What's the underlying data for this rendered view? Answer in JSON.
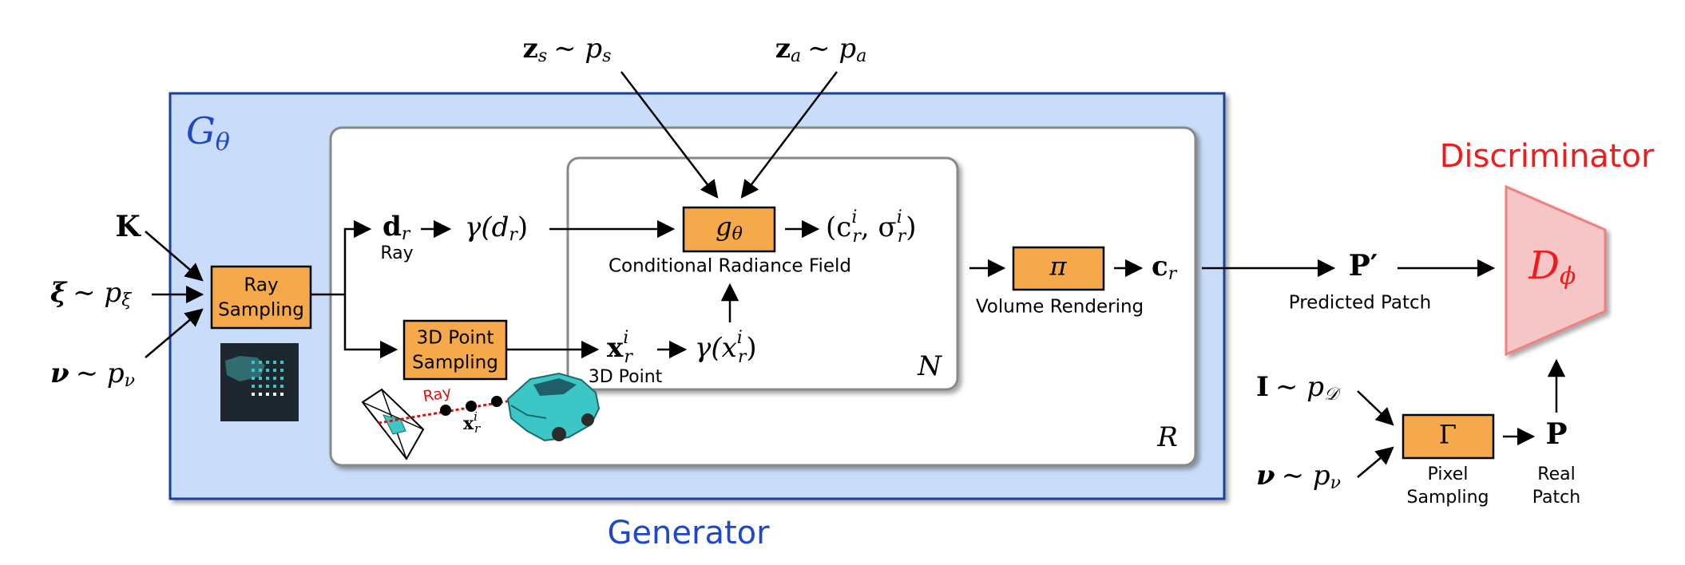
{
  "generator": {
    "symbol": "G",
    "subscript": "θ",
    "title": "Generator",
    "inputs": {
      "K": "K",
      "xi_base": "ξ",
      "xi_dist": "∼ p",
      "xi_sub": "ξ",
      "nu_base": "ν",
      "nu_dist": "∼ p",
      "nu_sub": "ν"
    },
    "ray_sampling_line1": "Ray",
    "ray_sampling_line2": "Sampling",
    "point_sampling_line1": "3D Point",
    "point_sampling_line2": "Sampling",
    "ray_label": "Ray",
    "point_label": "3D Point",
    "d_r": "d",
    "d_r_sub": "r",
    "gamma_d": "γ(d",
    "gamma_d_sub": "r",
    "gamma_d_close": ")",
    "x_r": "x",
    "x_r_sup": "i",
    "x_r_sub": "r",
    "gamma_x": "γ(x",
    "gamma_x_sup": "i",
    "gamma_x_sub": "r",
    "gamma_x_close": ")",
    "illustration_ray": "Ray",
    "illustration_x": "x",
    "illustration_x_sup": "i",
    "illustration_x_sub": "r",
    "box_R": "R",
    "box_N": "N"
  },
  "latents": {
    "zs": "z",
    "zs_sub": "s",
    "zs_dist": "∼ p",
    "zs_dist_sub": "s",
    "za": "z",
    "za_sub": "a",
    "za_dist": "∼ p",
    "za_dist_sub": "a"
  },
  "radiance_field": {
    "g": "g",
    "g_sub": "θ",
    "caption": "Conditional Radiance Field",
    "output_open": "(c",
    "output_c_sup": "i",
    "output_c_sub": "r",
    "output_mid": ", σ",
    "output_s_sup": "i",
    "output_s_sub": "r",
    "output_close": ")"
  },
  "volume_rendering": {
    "pi": "π",
    "caption": "Volume Rendering",
    "c_r": "c",
    "c_r_sub": "r"
  },
  "predicted": {
    "P_prime": "P′",
    "caption": "Predicted Patch"
  },
  "discriminator": {
    "title": "Discriminator",
    "symbol": "D",
    "subscript": "ϕ"
  },
  "real_branch": {
    "I": "I",
    "I_dist": "∼ p",
    "I_sub": "𝒟",
    "nu": "ν",
    "nu_dist": "∼ p",
    "nu_sub": "ν",
    "gamma": "Γ",
    "pixel_line1": "Pixel",
    "pixel_line2": "Sampling",
    "P": "P",
    "real_line1": "Real",
    "real_line2": "Patch"
  },
  "colors": {
    "generator_fill": "#c9dcfa",
    "generator_border": "#1a3f9e",
    "generator_text": "#1f48c9",
    "orange_box": "#f5a94a",
    "discriminator_text": "#ee1c1c",
    "discriminator_fill": "#f6c6c6",
    "discriminator_border": "#ee8080",
    "ray_red": "#e01010",
    "car_teal": "#3cc6c6"
  }
}
